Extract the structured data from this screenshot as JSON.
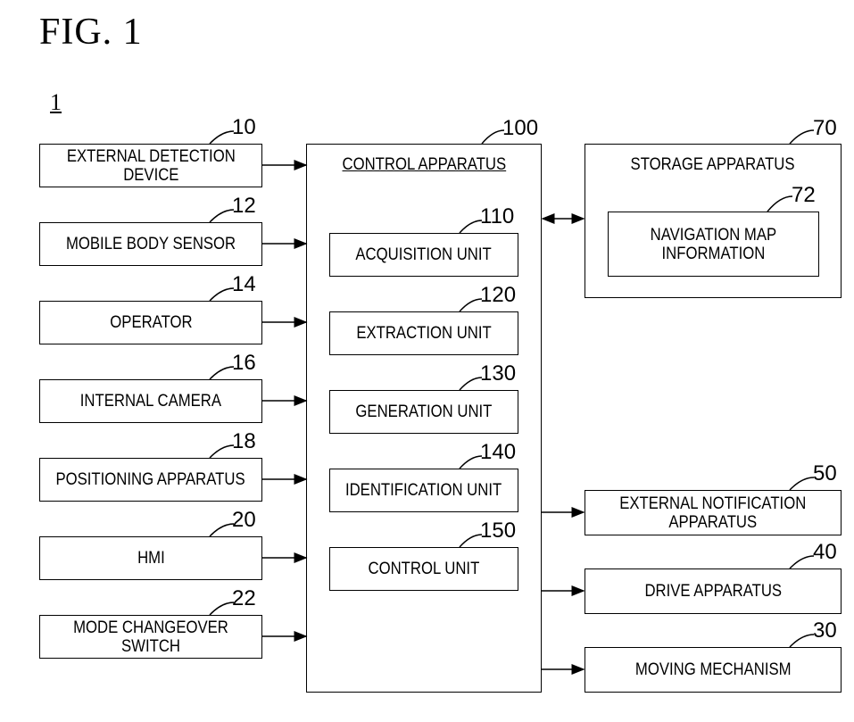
{
  "figure_title": "FIG. 1",
  "system_ref": "1",
  "inputs": [
    {
      "ref": "10",
      "label": "EXTERNAL DETECTION\nDEVICE"
    },
    {
      "ref": "12",
      "label": "MOBILE BODY SENSOR"
    },
    {
      "ref": "14",
      "label": "OPERATOR"
    },
    {
      "ref": "16",
      "label": "INTERNAL CAMERA"
    },
    {
      "ref": "18",
      "label": "POSITIONING APPARATUS"
    },
    {
      "ref": "20",
      "label": "HMI"
    },
    {
      "ref": "22",
      "label": "MODE CHANGEOVER SWITCH"
    }
  ],
  "control": {
    "ref": "100",
    "label": "CONTROL APPARATUS",
    "units": [
      {
        "ref": "110",
        "label": "ACQUISITION UNIT"
      },
      {
        "ref": "120",
        "label": "EXTRACTION UNIT"
      },
      {
        "ref": "130",
        "label": "GENERATION UNIT"
      },
      {
        "ref": "140",
        "label": "IDENTIFICATION UNIT"
      },
      {
        "ref": "150",
        "label": "CONTROL UNIT"
      }
    ]
  },
  "storage": {
    "ref": "70",
    "label": "STORAGE APPARATUS",
    "inner": {
      "ref": "72",
      "label": "NAVIGATION MAP\nINFORMATION"
    }
  },
  "outputs": [
    {
      "ref": "50",
      "label": "EXTERNAL NOTIFICATION\nAPPARATUS"
    },
    {
      "ref": "40",
      "label": "DRIVE APPARATUS"
    },
    {
      "ref": "30",
      "label": "MOVING MECHANISM"
    }
  ]
}
